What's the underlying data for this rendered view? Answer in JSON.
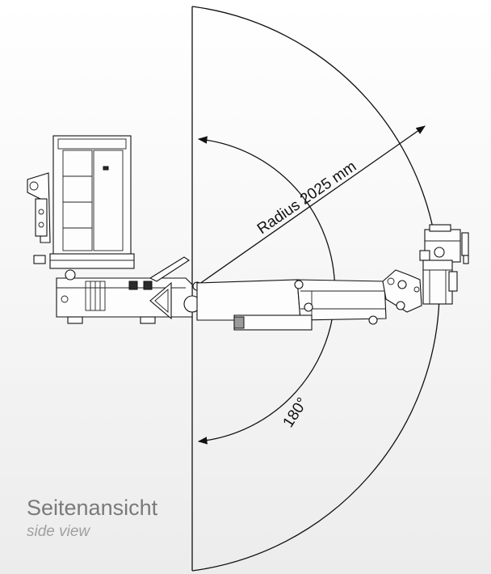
{
  "dimensions": {
    "radius_label": "Radius 2025 mm",
    "angle_label": "180°"
  },
  "caption": {
    "title": "Seitenansicht",
    "subtitle": "side view"
  }
}
